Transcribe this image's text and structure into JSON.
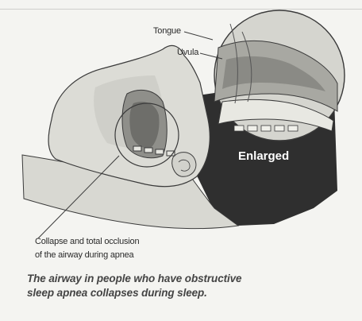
{
  "labels": {
    "tongue": "Tongue",
    "uvula": "Uvula",
    "enlarged": "Enlarged",
    "collapse_line1": "Collapse and total occlusion",
    "collapse_line2": "of the airway during apnea"
  },
  "caption": {
    "line1": "The airway in people who have obstructive",
    "line2": "sleep apnea collapses during sleep."
  },
  "colors": {
    "background": "#f4f4f1",
    "skin": "#dcdcd6",
    "skin_shadow": "#b9b9b3",
    "enlarged_panel": "#2f2f2f",
    "outline": "#3a3a3a"
  }
}
